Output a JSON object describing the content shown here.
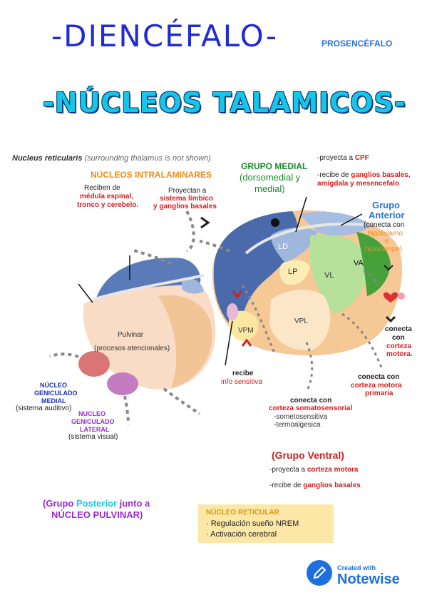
{
  "header": {
    "title": "-DIENCÉFALO-",
    "subtitle_tag": "PROSENCÉFALO",
    "section_title": "-NÚCLEOS TALAMICOS-"
  },
  "caption": {
    "bold": "Nucleus reticularis",
    "italic": "(surrounding thalamus is not shown)"
  },
  "intralaminares": {
    "title": "NÚCLEOS INTRALAMINARES",
    "reciben_1": "Reciben de",
    "reciben_2": "médula espinal,",
    "reciben_3": "tronco y cerebelo.",
    "proyectan_1": "Proyectan a",
    "proyectan_2": "sistema límbico",
    "proyectan_3": "y ganglios basales"
  },
  "grupo_medial": {
    "title": "GRUPO MEDIAL",
    "sub_1": "(dorsomedial y",
    "sub_2": "medial)",
    "proy_prefix": "-proyecta a ",
    "proy_target": "CPF",
    "recibe_prefix": "-recibe de ",
    "recibe_1": "ganglios basales,",
    "recibe_2": "amígdala y mesencefalo"
  },
  "grupo_anterior": {
    "title_1": "Grupo",
    "title_2": "Anterior",
    "conecta": "(conecta con",
    "target_1": "hipotalamo",
    "target_2": "e",
    "target_3": "hipocampo)"
  },
  "regions": {
    "ld": "LD",
    "lp": "LP",
    "vl": "VL",
    "va": "VA",
    "vpm": "VPM",
    "vpl": "VPL",
    "pulvinar": "Pulvinar",
    "pulvinar_sub": "(procesos atencionales)"
  },
  "right_notes": {
    "conecta_1": "conecta",
    "conecta_2": "con",
    "conecta_3": "corteza",
    "conecta_4": "motora."
  },
  "vpl_note": {
    "line_1": "conecta con",
    "line_2": "corteza motora",
    "line_3": "primaria"
  },
  "vpm_note": {
    "line_1": "conecta con",
    "line_2": "corteza somatosensorial",
    "line_3": "-sometosensitiva",
    "line_4": "-termoalgesica"
  },
  "recibe_note": {
    "line_1": "recibe",
    "line_2": "info sensitiva"
  },
  "geniculado_medial": {
    "line_1": "NÚCLEO",
    "line_2": "GENICULADO",
    "line_3": "MEDIAL",
    "line_4": "(sistema auditivo)"
  },
  "geniculado_lateral": {
    "line_1": "NUCLEO",
    "line_2": "GENICULADO",
    "line_3": "LATERAL",
    "line_4": "(sistema visual)"
  },
  "grupo_ventral": {
    "title": "(Grupo Ventral)",
    "proy_prefix": "-proyecta a ",
    "proy_target": "corteza motora",
    "recibe_prefix": "-recibe de ",
    "recibe_target": "ganglios basales"
  },
  "grupo_posterior": {
    "prefix": "(Grupo ",
    "highlight": "Posterior",
    "suffix": " junto a",
    "line_2": "NÚCLEO PULVINAR)"
  },
  "reticular": {
    "title": "NÚCLEO RETICULAR",
    "item_1": "· Regulación sueño NREM",
    "item_2": "· Activación cerebral"
  },
  "watermark": {
    "created_with": "Created with",
    "brand": "Notewise"
  },
  "colors": {
    "title_blue": "#1f2bd6",
    "section_cyan": "#15c6e8",
    "accent_red": "#d61e1e",
    "accent_orange": "#f08a1e",
    "medial_green": "#1c8a2a",
    "anterior_blue": "#2d73d8"
  }
}
